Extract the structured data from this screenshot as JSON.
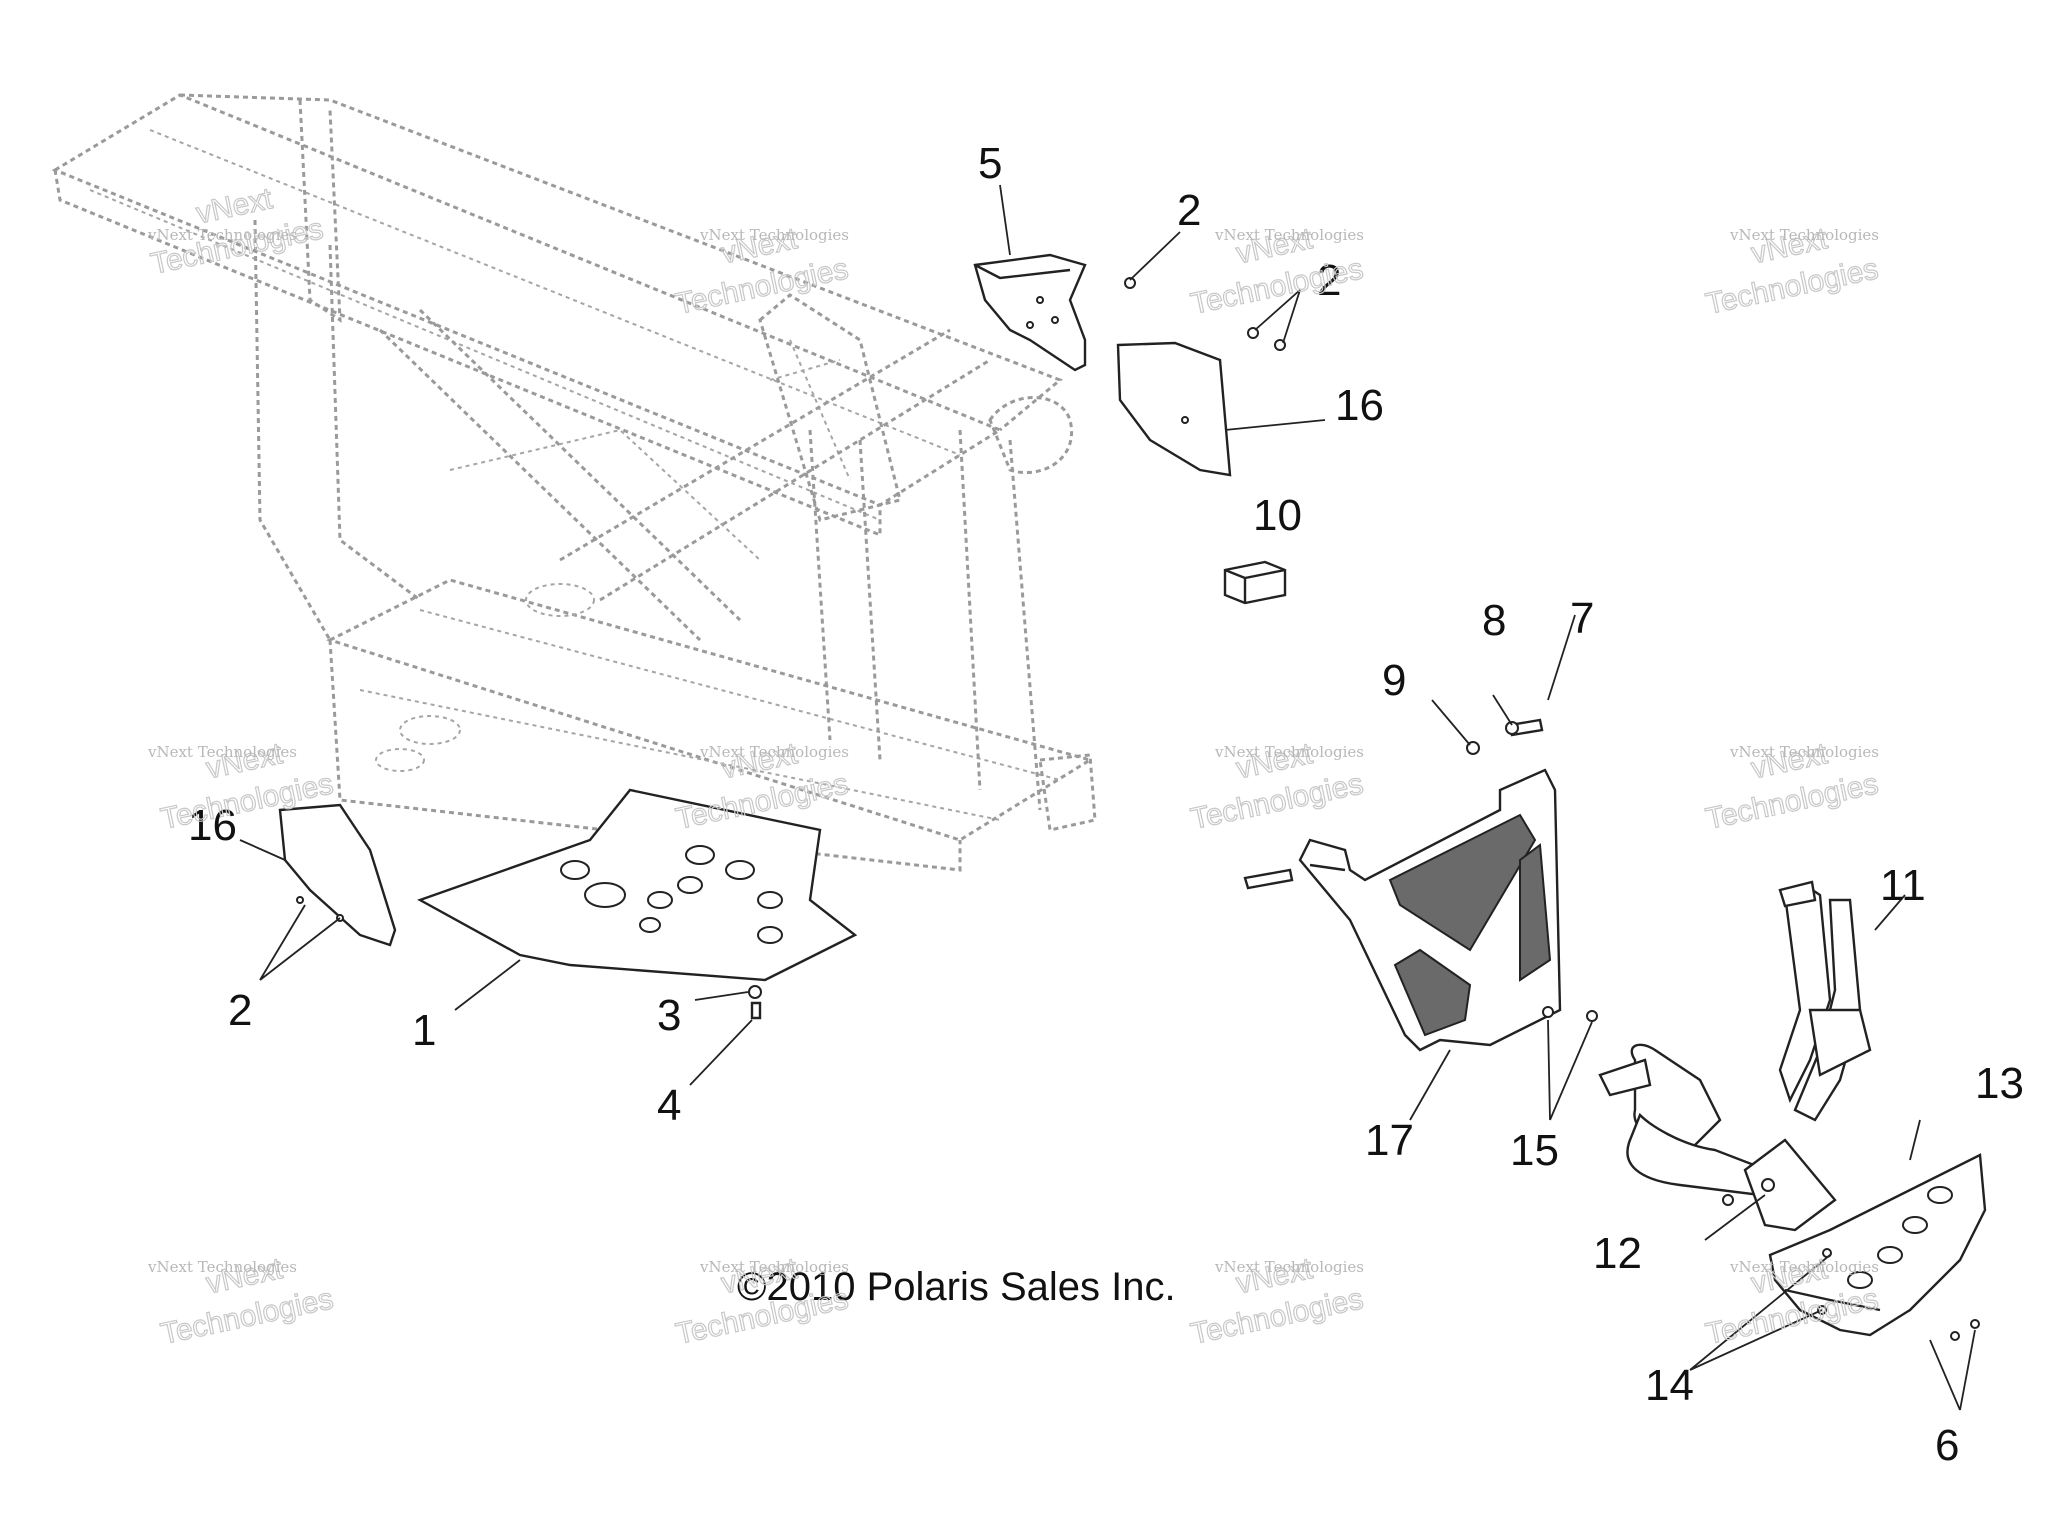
{
  "callouts": [
    {
      "id": "c5",
      "text": "5"
    },
    {
      "id": "c2a",
      "text": "2"
    },
    {
      "id": "c2b",
      "text": "2"
    },
    {
      "id": "c16a",
      "text": "16"
    },
    {
      "id": "c10",
      "text": "10"
    },
    {
      "id": "c8",
      "text": "8"
    },
    {
      "id": "c7",
      "text": "7"
    },
    {
      "id": "c9",
      "text": "9"
    },
    {
      "id": "c16b",
      "text": "16"
    },
    {
      "id": "c11",
      "text": "11"
    },
    {
      "id": "c13",
      "text": "13"
    },
    {
      "id": "c2c",
      "text": "2"
    },
    {
      "id": "c1",
      "text": "1"
    },
    {
      "id": "c3",
      "text": "3"
    },
    {
      "id": "c4",
      "text": "4"
    },
    {
      "id": "c17",
      "text": "17"
    },
    {
      "id": "c15",
      "text": "15"
    },
    {
      "id": "c12",
      "text": "12"
    },
    {
      "id": "c14",
      "text": "14"
    },
    {
      "id": "c6",
      "text": "6"
    }
  ],
  "copyright": "©2010 Polaris Sales Inc.",
  "watermark": {
    "small": "vNext Technologies",
    "big_line1": "vNext",
    "big_line2": "Technologies"
  }
}
